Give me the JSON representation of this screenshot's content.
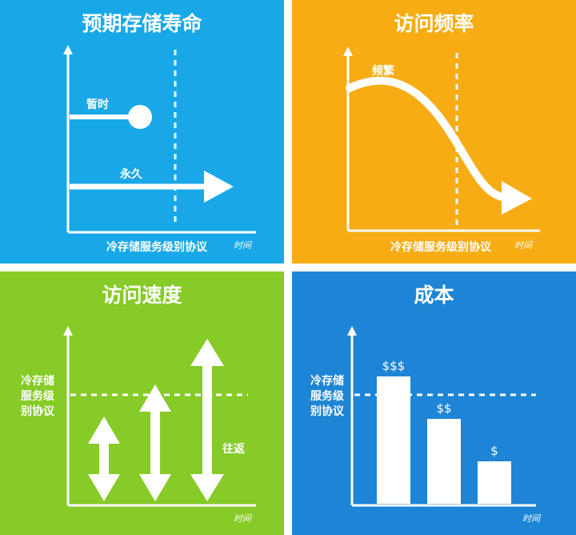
{
  "panels": {
    "lifetime": {
      "title": "预期存储寿命",
      "temporary_label": "暂时",
      "permanent_label": "永久",
      "sla_label": "冷存储服务级别协议",
      "x_axis": "时间"
    },
    "frequency": {
      "title": "访问频率",
      "frequent_label": "频繁",
      "sla_label": "冷存储服务级别协议",
      "x_axis": "时间"
    },
    "speed": {
      "title": "访问速度",
      "sla_lines": [
        "冷存储",
        "服务级",
        "别协议"
      ],
      "roundtrip_label": "往返",
      "x_axis": "时间"
    },
    "cost": {
      "title": "成本",
      "sla_lines": [
        "冷存储",
        "服务级",
        "别协议"
      ],
      "bar_labels": [
        "$$$",
        "$$",
        "$"
      ],
      "bar_levels": [
        3,
        2,
        1
      ],
      "x_axis": "时间"
    }
  },
  "colors": {
    "lifetime_bg": "#18a8e8",
    "frequency_bg": "#f6ac12",
    "speed_bg": "#86cb27",
    "cost_bg": "#1e85d6",
    "foreground": "#ffffff"
  }
}
